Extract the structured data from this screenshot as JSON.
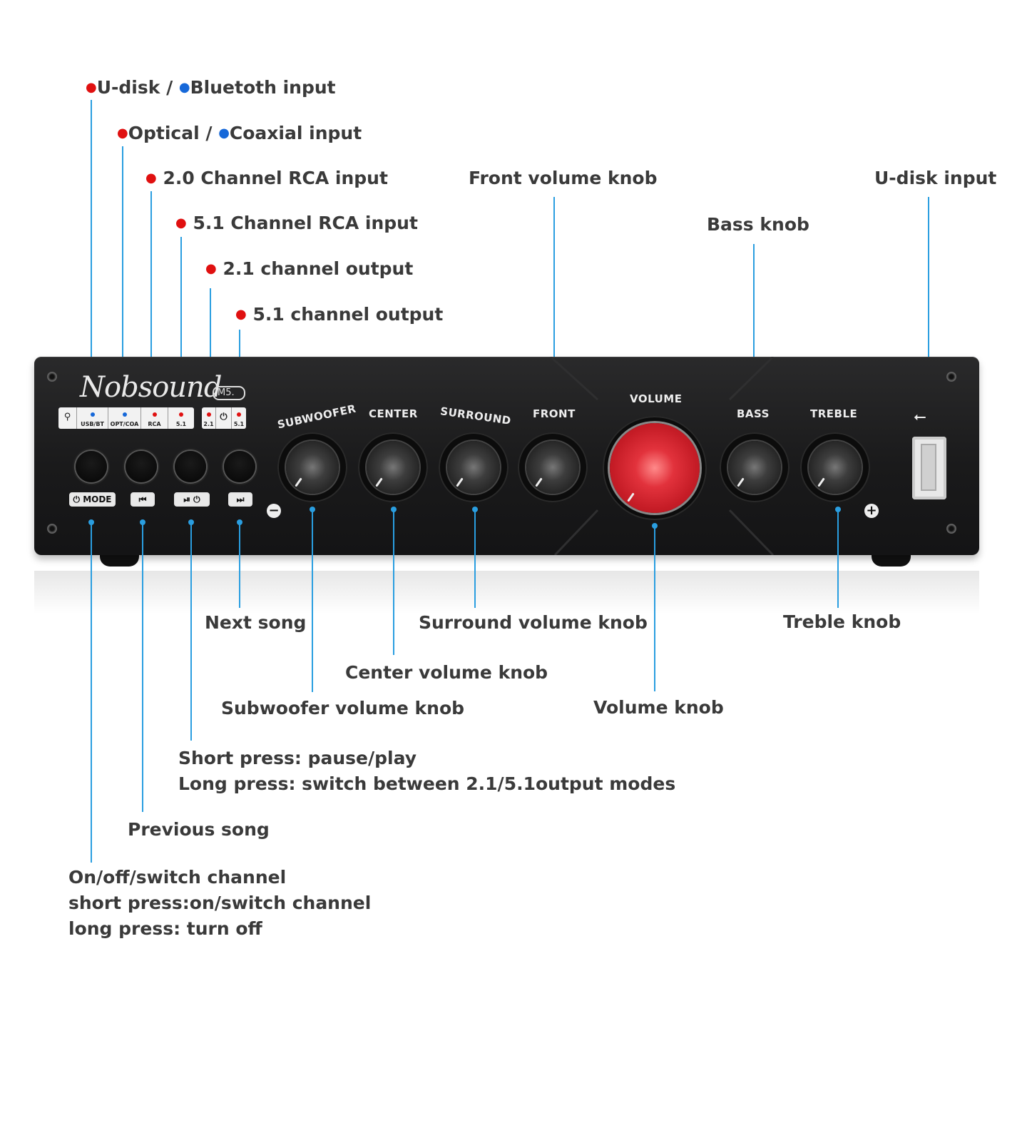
{
  "labels": {
    "udisk_bt": {
      "part1": "U-disk / ",
      "part2": "Bluetoth input"
    },
    "opt_coa": {
      "part1": "Optical / ",
      "part2": "Coaxial input"
    },
    "rca20": "2.0 Channel RCA input",
    "rca51": "5.1 Channel RCA input",
    "out21": "2.1 channel output",
    "out51": "5.1 channel output",
    "front_knob": "Front volume knob",
    "bass_knob": "Bass knob",
    "udisk_input": "U-disk input",
    "next_song": "Next song",
    "surround_knob": "Surround volume knob",
    "treble_knob": "Treble knob",
    "center_knob": "Center volume knob",
    "subwoofer_knob": "Subwoofer volume knob",
    "volume_knob": "Volume knob",
    "pause_play": {
      "line1": "Short press: pause/play",
      "line2": "Long press: switch between 2.1/5.1output modes"
    },
    "prev_song": "Previous song",
    "power": {
      "line1": "On/off/switch channel",
      "line2": "short press:on/switch channel",
      "line3": "long press: turn off"
    }
  },
  "device": {
    "brand": "Nobsound",
    "model": "M5.",
    "indicators": [
      "USB/BT",
      "OPT/COA",
      "RCA",
      "5.1"
    ],
    "outputs": [
      "2.1",
      "5.1"
    ],
    "button_labels": {
      "mode": "MODE"
    },
    "knobs": [
      "SUBWOOFER",
      "CENTER",
      "SURROUND",
      "FRONT",
      "VOLUME",
      "BASS",
      "TREBLE"
    ],
    "minus": "−",
    "plus": "+"
  },
  "colors": {
    "callout": "#2a9ee0",
    "red_led": "#e01010",
    "blue_led": "#1668d9",
    "volume_knob": "#e2323c"
  }
}
